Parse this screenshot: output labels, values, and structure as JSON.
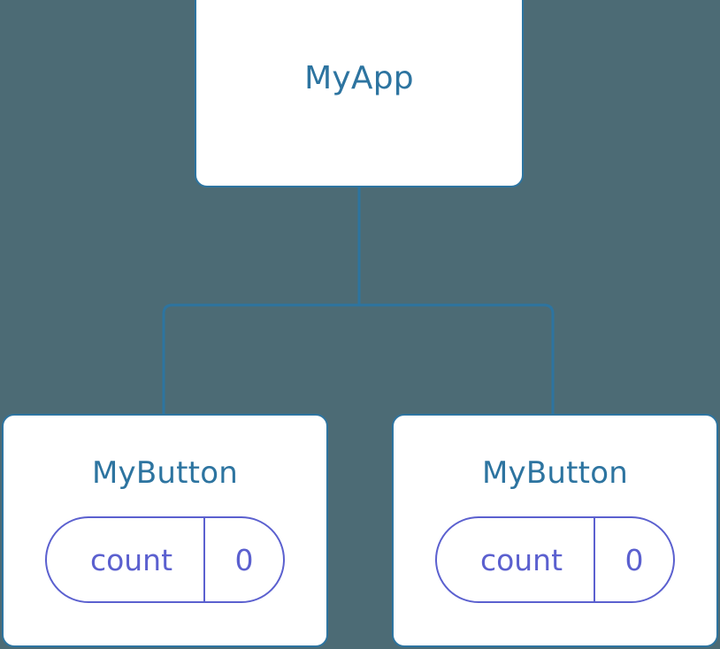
{
  "diagram": {
    "type": "component-tree",
    "background_color": "#4c6b75",
    "node_border_color": "#2d74a0",
    "node_fill_color": "#ffffff",
    "node_title_color": "#2d74a0",
    "state_accent_color": "#5b60cf",
    "edge_color": "#2d74a0"
  },
  "root": {
    "title": "MyApp"
  },
  "children": [
    {
      "title": "MyButton",
      "state": {
        "key": "count",
        "value": "0"
      }
    },
    {
      "title": "MyButton",
      "state": {
        "key": "count",
        "value": "0"
      }
    }
  ]
}
